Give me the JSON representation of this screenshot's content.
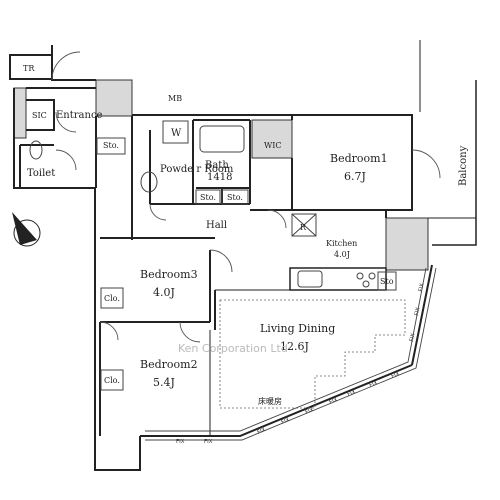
{
  "rooms": {
    "tr": "TR",
    "mb": "MB",
    "sic": "SIC",
    "entrance": "Entrance",
    "toilet": "Toilet",
    "sto_entry": "Sto.",
    "w": "W",
    "powder_room": "Powde r Room",
    "bath": "Bath",
    "bath_size": "1418",
    "wic": "WIC",
    "bedroom1": "Bedroom1",
    "bedroom1_size": "6.7J",
    "balcony": "Balcony",
    "sto_hall_1": "Sto.",
    "sto_hall_2": "Sto.",
    "hall": "Hall",
    "r": "R",
    "kitchen": "Kitchen",
    "kitchen_size": "4.0J",
    "sto_kitchen": "Sto",
    "bedroom3": "Bedroom3",
    "bedroom3_size": "4.0J",
    "clo_3": "Clo.",
    "bedroom2": "Bedroom2",
    "bedroom2_size": "5.4J",
    "clo_2": "Clo.",
    "living_dining": "Living Dining",
    "living_dining_size": "12.6J",
    "floor_heating": "床暖房"
  },
  "fix_labels": [
    "FIX",
    "FIX",
    "FIX",
    "FIX",
    "FIX",
    "FIX",
    "FIX",
    "FIX",
    "FIX",
    "FIX",
    "FIX",
    "FIX"
  ],
  "watermark": "Ken Corporation Ltd",
  "colors": {
    "wall": "#222222",
    "shaft_fill": "#d9d9d9",
    "line": "#444444"
  }
}
